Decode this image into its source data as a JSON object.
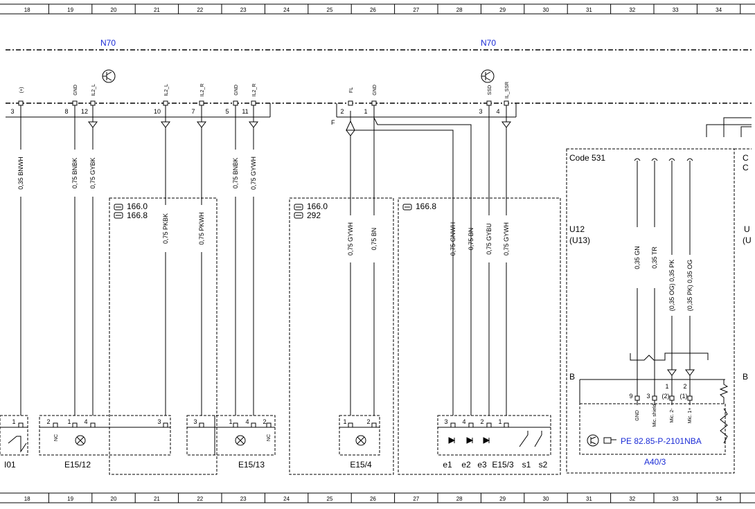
{
  "ruler": {
    "columns": [
      "18",
      "19",
      "20",
      "21",
      "22",
      "23",
      "24",
      "25",
      "26",
      "27",
      "28",
      "29",
      "30",
      "31",
      "32",
      "33",
      "34"
    ]
  },
  "module": {
    "left_name": "N70",
    "right_name": "N70"
  },
  "connector_left": {
    "pins": [
      {
        "num": "3",
        "tag": "(+)"
      },
      {
        "num": "8",
        "tag": "GND"
      },
      {
        "num": "12",
        "tag": "IL2_L"
      },
      {
        "num": "10",
        "tag": "IL2_L"
      },
      {
        "num": "7",
        "tag": "IL2_R"
      },
      {
        "num": "5",
        "tag": "GND"
      },
      {
        "num": "11",
        "tag": "IL2_R"
      }
    ]
  },
  "connector_right": {
    "pins": [
      {
        "num": "2",
        "tag": "FL"
      },
      {
        "num": "1",
        "tag": "GND"
      },
      {
        "num": "3",
        "tag": "SSD"
      },
      {
        "num": "4",
        "tag": "IL_SSR"
      }
    ],
    "label_f": "F"
  },
  "wires": [
    "0,35 BNWH",
    "0,75 BNBK",
    "0,75 GYBK",
    "0,75 PKBK",
    "0,75 PKWH",
    "0,75 BNBK",
    "0,75 GYWH",
    "0,75 GYWH",
    "0,75 BN",
    "0,75 GNWH",
    "0,75 BN",
    "0,75 GYBU",
    "0,75 GYWH",
    "0,35 GN",
    "0,35 TR",
    "(0,35 OG) 0,35 PK",
    "(0,35 PK) 0,35 OG"
  ],
  "variant_boxes": {
    "box1": [
      "166.0",
      "166.8"
    ],
    "box2": [
      "166.0",
      "292"
    ],
    "box3": [
      "166.8"
    ]
  },
  "code_box": {
    "label": "Code 531",
    "u_label": "U12",
    "u_label_alt": "(U13)",
    "edge_right_1": "C",
    "edge_right_2": "C",
    "edge_right_3": "U",
    "edge_right_4": "(U",
    "b_label": "B",
    "b_label_right": "B"
  },
  "components": {
    "e15_12": {
      "name": "E15/12",
      "pins": [
        "2",
        "1",
        "4",
        "3"
      ],
      "nc": "NC"
    },
    "e15_13": {
      "name": "E15/13",
      "pins": [
        "3",
        "1",
        "4",
        "2"
      ],
      "nc": "NC"
    },
    "e15_4": {
      "name": "E15/4",
      "pins": [
        "1",
        "2"
      ]
    },
    "e15_3": {
      "name": "E15/3",
      "pins": [
        "3",
        "4",
        "2",
        "1"
      ],
      "sub": [
        "e1",
        "e2",
        "e3",
        "s1",
        "s2"
      ]
    },
    "left_edge": {
      "name": "I01",
      "pin": "1"
    },
    "a40_3": {
      "name": "A40/3",
      "pin_labels": [
        "GND",
        "Mic. shield",
        "Mic. 2-",
        "Mic. 1+"
      ],
      "pin_nums": [
        "9",
        "3",
        "(2)",
        "(1)"
      ],
      "pin_nums_upper": [
        "1",
        "2"
      ],
      "ref": "PE 82.85-P-2101NBA"
    }
  }
}
